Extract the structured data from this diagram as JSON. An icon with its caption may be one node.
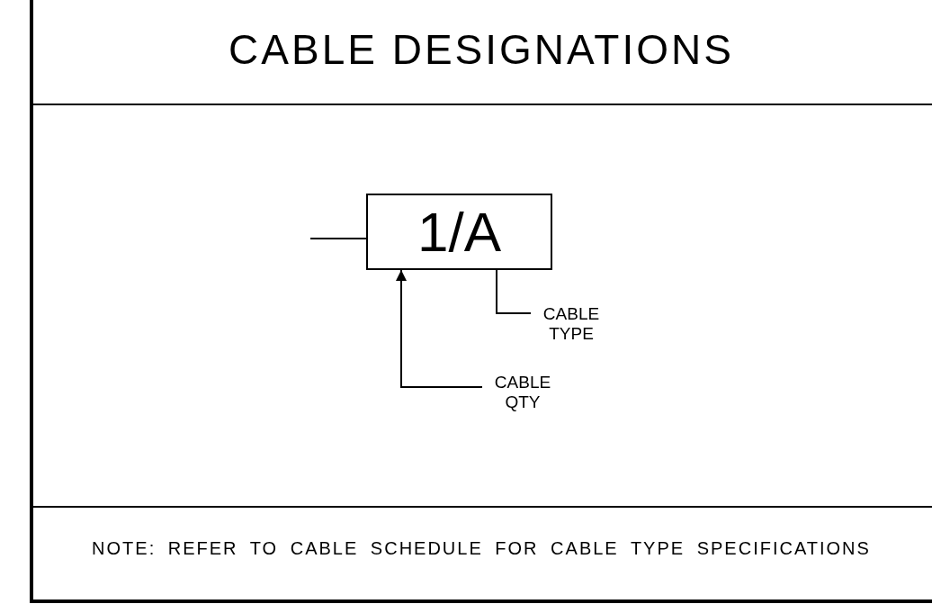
{
  "diagram": {
    "title": "CABLE DESIGNATIONS",
    "nodes": [
      {
        "text": [
          "1/A"
        ]
      },
      {
        "text": [
          "CABLE TYPE"
        ]
      },
      {
        "text": [
          "CABLE QTY"
        ]
      }
    ],
    "edges": [
      {
        "from": null,
        "to": 0,
        "arrow": "none"
      },
      {
        "from": 1,
        "to": 0,
        "arrow": "none"
      },
      {
        "from": 2,
        "to": 0,
        "arrow": "to"
      }
    ],
    "labels": [
      "NOTE: REFER TO CABLE SCHEDULE FOR CABLE TYPE SPECIFICATIONS"
    ]
  }
}
